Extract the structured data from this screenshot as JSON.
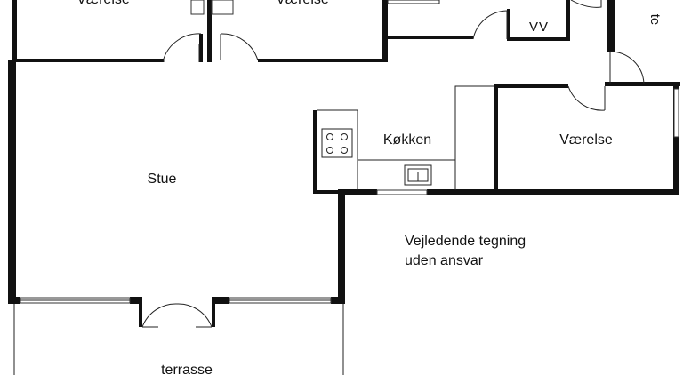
{
  "rooms": {
    "top_left_room": "Værelse",
    "top_mid_room": "Værelse",
    "right_room": "Værelse",
    "living_room": "Stue",
    "kitchen": "Køkken",
    "utility": "VV",
    "terrace": "terrasse",
    "top_right_clip": "te"
  },
  "note": {
    "line1": "Vejledende tegning",
    "line2": "uden ansvar"
  }
}
